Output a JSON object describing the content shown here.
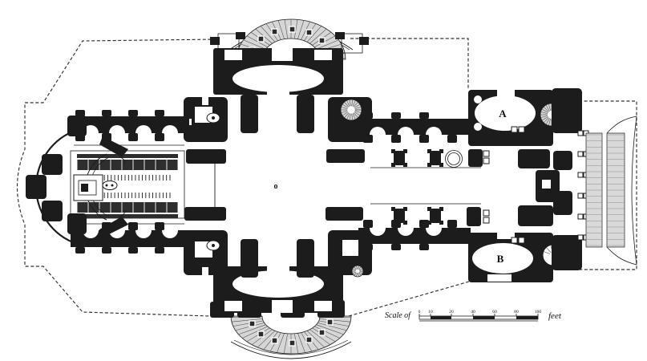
{
  "figure": {
    "labels": {
      "chapel_a": "A",
      "chapel_b": "B",
      "dome_center": "o"
    },
    "scale_bar": {
      "prefix": "Scale of",
      "tick_labels": [
        "0",
        "10",
        "20",
        "40",
        "60",
        "80",
        "100"
      ],
      "unit": "feet"
    },
    "ink_color": "#1c1c1c",
    "paper_color": "#ffffff"
  }
}
